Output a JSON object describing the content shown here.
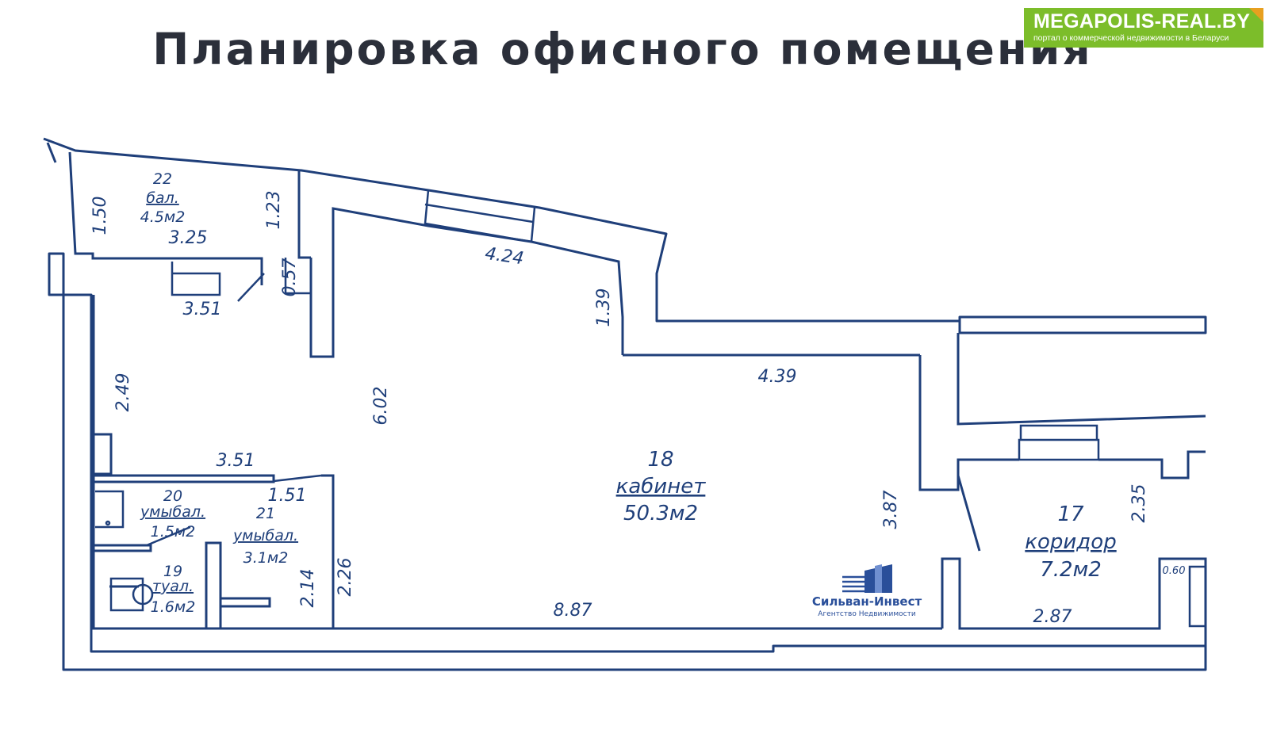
{
  "title": "Планировка офисного помещения",
  "badge": {
    "name": "MEGAPOLIS-REAL.BY",
    "subtitle": "портал о коммерческой недвижимости в Беларуси",
    "color": "#7cbd2a"
  },
  "rooms": [
    {
      "number": "22",
      "name": "бал.",
      "area": "4.5м2"
    },
    {
      "number": "18",
      "name": "кабинет",
      "area": "50.3м2"
    },
    {
      "number": "17",
      "name": "коридор",
      "area": "7.2м2"
    },
    {
      "number": "20",
      "name": "умыбал.",
      "area": "1.5м2"
    },
    {
      "number": "21",
      "name": "умыбал.",
      "area": "3.1м2"
    },
    {
      "number": "19",
      "name": "туал.",
      "area": "1.6м2"
    }
  ],
  "dimensions": [
    "1.50",
    "1.23",
    "3.25",
    "4.24",
    "0.57",
    "3.51",
    "1.39",
    "2.49",
    "6.02",
    "4.39",
    "3.51",
    "1.51",
    "3.87",
    "2.35",
    "2.26",
    "2.14",
    "8.87",
    "2.87",
    "0.60"
  ],
  "logo": {
    "name": "Сильван-Инвест",
    "subtitle": "Агентство Недвижимости",
    "icon": "building-icon"
  },
  "colors": {
    "line": "#1f3f7a",
    "title": "#2b2f3a",
    "logo": "#2a4f9a"
  }
}
